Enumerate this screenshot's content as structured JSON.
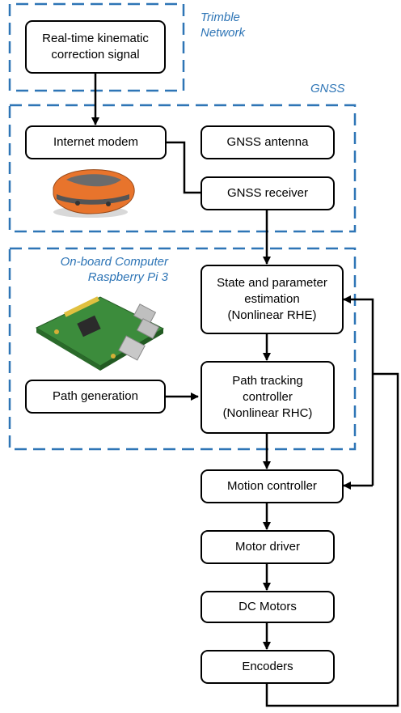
{
  "groups": {
    "trimble": "Trimble\nNetwork",
    "gnss": "GNSS",
    "onboard": "On-board Computer\nRaspberry Pi 3"
  },
  "blocks": {
    "rtk_signal": "Real-time kinematic\ncorrection signal",
    "internet_modem": "Internet modem",
    "gnss_antenna": "GNSS antenna",
    "gnss_receiver": "GNSS receiver",
    "state_estimation": "State and parameter\nestimation\n(Nonlinear RHE)",
    "path_generation": "Path generation",
    "path_tracking": "Path tracking\ncontroller\n(Nonlinear RHC)",
    "motion_controller": "Motion controller",
    "motor_driver": "Motor driver",
    "dc_motors": "DC Motors",
    "encoders": "Encoders"
  },
  "colors": {
    "group_border": "#2e75b6",
    "group_label": "#2e75b6",
    "block_border": "#000000",
    "receiver_body": "#e8742c",
    "board_pcb": "#3c8c3c"
  },
  "icons": {
    "receiver_image": "gnss-receiver-device",
    "computer_image": "raspberry-pi-board"
  }
}
